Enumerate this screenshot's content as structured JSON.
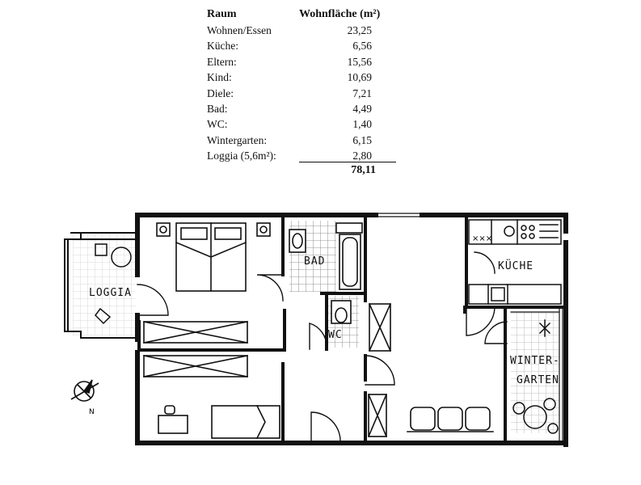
{
  "table": {
    "header_room": "Raum",
    "header_area": "Wohnfläche (m²)",
    "rows": [
      {
        "room": "Wohnen/Essen",
        "area": "23,25"
      },
      {
        "room": "Küche:",
        "area": "6,56"
      },
      {
        "room": "Eltern:",
        "area": "15,56"
      },
      {
        "room": "Kind:",
        "area": "10,69"
      },
      {
        "room": "Diele:",
        "area": "7,21"
      },
      {
        "room": "Bad:",
        "area": "4,49"
      },
      {
        "room": "WC:",
        "area": "1,40"
      },
      {
        "room": "Wintergarten:",
        "area": "6,15"
      },
      {
        "room": "Loggia (5,6m²):",
        "area": "2,80"
      }
    ],
    "total": "78,11"
  },
  "plan_labels": {
    "loggia": "LOGGIA",
    "bad": "BAD",
    "wc": "WC",
    "kueche": "KÜCHE",
    "winter1": "WINTER-",
    "winter2": "GARTEN",
    "north": "N"
  }
}
